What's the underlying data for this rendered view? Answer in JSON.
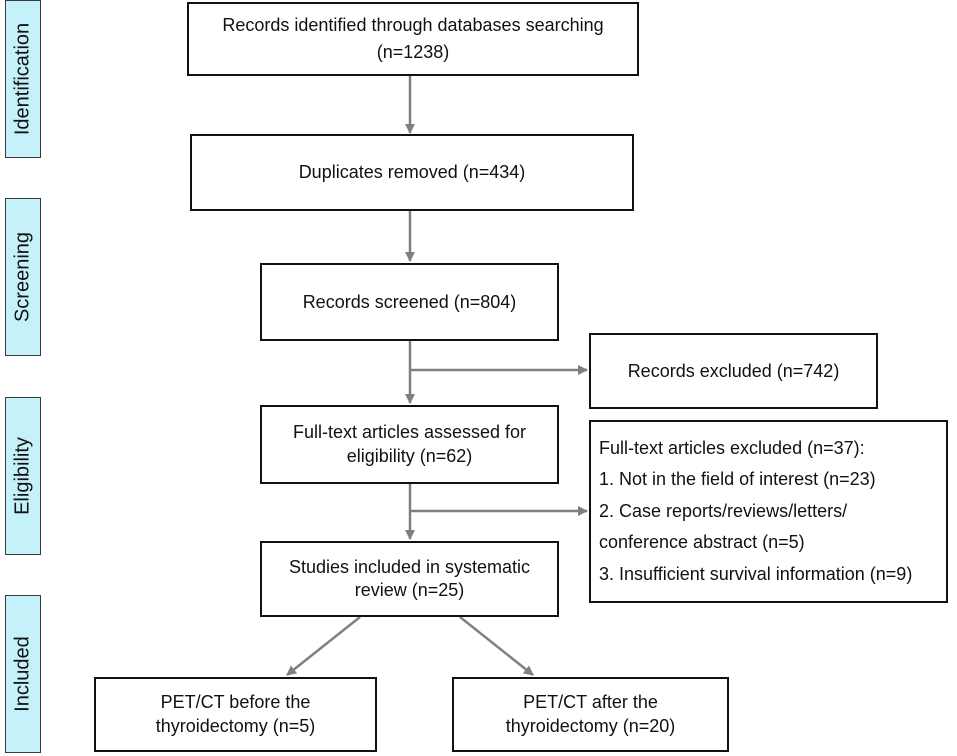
{
  "phases": {
    "identification": "Identification",
    "screening": "Screening",
    "eligibility": "Eligibility",
    "included": "Included"
  },
  "boxes": {
    "identified": {
      "line1": "Records identified through databases searching",
      "line2": "(n=1238)"
    },
    "duplicates": {
      "line1": "Duplicates removed  (n=434)"
    },
    "screened": {
      "line1": "Records screened (n=804)"
    },
    "excluded": {
      "line1": "Records excluded  (n=742)"
    },
    "fulltext": {
      "line1": "Full-text articles assessed for",
      "line2": "eligibility (n=62)"
    },
    "fulltext_excluded": {
      "title": "Full-text articles excluded (n=37):",
      "items": [
        "1. Not in the field of interest (n=23)",
        "2. Case reports/reviews/letters/",
        "conference abstract (n=5)",
        "3. Insufficient survival information (n=9)"
      ]
    },
    "included": {
      "line1": "Studies included in systematic",
      "line2": "review (n=25)"
    },
    "before": {
      "line1": "PET/CT before the",
      "line2": "thyroidectomy (n=5)"
    },
    "after": {
      "line1": "PET/CT after the",
      "line2": "thyroidectomy (n=20)"
    }
  },
  "colors": {
    "phase_fill": "#c5f1fb",
    "arrow": "#808080",
    "border": "#111111"
  }
}
